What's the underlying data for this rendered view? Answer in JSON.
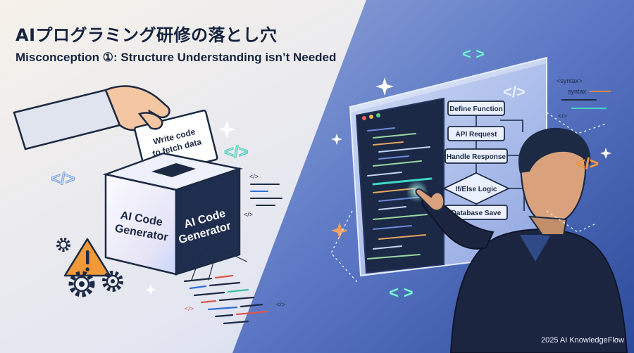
{
  "title": "AIプログラミング研修の落とし穴",
  "subtitle": "Misconception ①: Structure Understanding isn’t Needed",
  "paper_note": {
    "line1": "Write code",
    "line2": "to fetch data"
  },
  "box": {
    "front_line1": "AI Code",
    "front_line2": "Generator",
    "side_line1": "AI Code",
    "side_line2": "Generator"
  },
  "flowchart": {
    "steps": [
      "Define Function",
      "API Request",
      "Handle Response",
      "If/Else Logic",
      "Database Save"
    ]
  },
  "syntax_tags": {
    "open": "<syntax>",
    "word": "syntax"
  },
  "code_tags": {
    "full": "</>",
    "brackets": "< >",
    "small": "</>"
  },
  "footer": "2025 AI KnowledgeFlow",
  "colors": {
    "accent_teal": "#3fd6c6",
    "accent_orange": "#f08a3c",
    "warning": "#f29a3a",
    "navy": "#15233d"
  },
  "icons": [
    "code-tag-icon",
    "warning-icon",
    "gear-icon",
    "sparkle-icon",
    "browser-dots-icon"
  ]
}
